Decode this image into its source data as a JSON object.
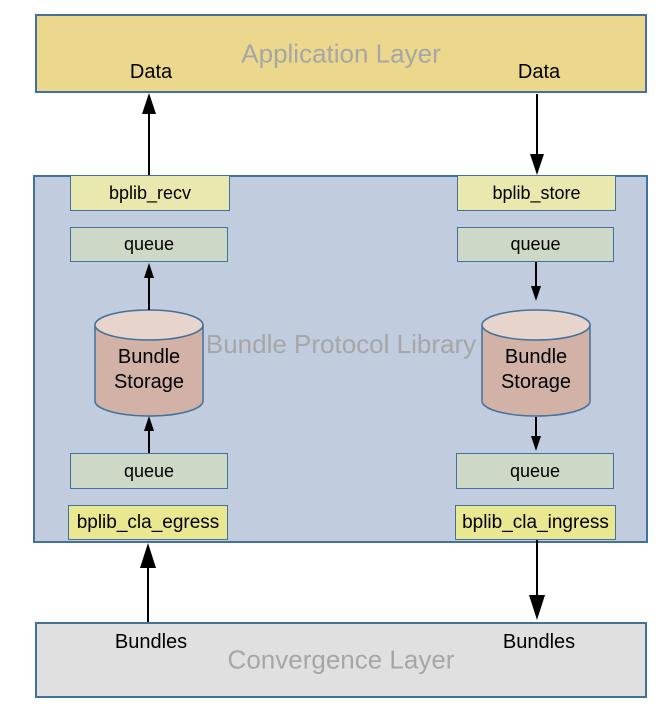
{
  "diagram": {
    "application_layer": {
      "title": "Application Layer",
      "left_port": "Data",
      "right_port": "Data"
    },
    "bundle_protocol_library": {
      "title": "Bundle Protocol Library",
      "left_path": {
        "api": "bplib_recv",
        "queue_upper": "queue",
        "storage": "Bundle Storage",
        "queue_lower": "queue",
        "cla": "bplib_cla_egress"
      },
      "right_path": {
        "api": "bplib_store",
        "queue_upper": "queue",
        "storage": "Bundle Storage",
        "queue_lower": "queue",
        "cla": "bplib_cla_ingress"
      }
    },
    "convergence_layer": {
      "title": "Convergence Layer",
      "left_port": "Bundles",
      "right_port": "Bundles"
    }
  },
  "colors": {
    "border": "#41719c",
    "app_fill": "#ebd88c",
    "bpl_fill": "#c1cdde",
    "api_fill": "#e9e8ae",
    "queue_fill": "#cdd8c7",
    "cla_fill": "#e9e78f",
    "cylinder_body": "#d2b2a6",
    "cylinder_top": "#e7d4cd",
    "conv_fill": "#e0e0e0",
    "label_gray": "#a6a6a6",
    "arrow": "#000000"
  }
}
